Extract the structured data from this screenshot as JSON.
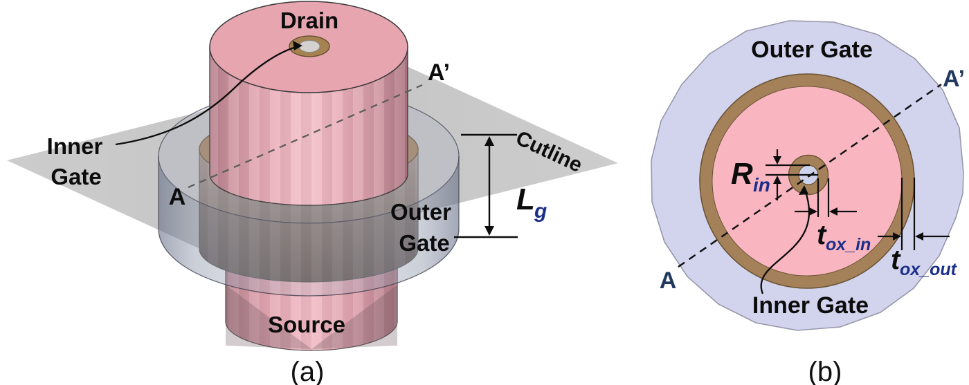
{
  "figure": {
    "description": "Schematic of a vertical dual-gate (inner/outer gate) cylindrical transistor",
    "panel_a": {
      "caption": "(a)",
      "labels": {
        "drain": "Drain",
        "source": "Source",
        "inner_gate_line1": "Inner",
        "inner_gate_line2": "Gate",
        "outer_gate_line1": "Outer",
        "outer_gate_line2": "Gate",
        "cutline": "Cutline",
        "section_start": "A",
        "section_end": "A’",
        "gate_length_main": "L",
        "gate_length_sub": "g"
      }
    },
    "panel_b": {
      "caption": "(b)",
      "labels": {
        "outer_gate": "Outer Gate",
        "inner_gate": "Inner Gate",
        "section_start": "A",
        "section_end": "A’",
        "inner_radius_main": "R",
        "inner_radius_sub": "in",
        "tox_in_main": "t",
        "tox_in_sub": "ox_in",
        "tox_out_main": "t",
        "tox_out_sub": "ox_out"
      }
    }
  },
  "colors": {
    "silicon_pink": "#f3bcc5",
    "oxide_brown": "#a5815a",
    "oxide_outline": "#6b5436",
    "gate_lavender": "#d2d4ee",
    "plane_gray": "#c7c7c7",
    "navy_label": "#21395d",
    "subscript_blue": "#1b2f8a",
    "gate_dark_taupe": "#6b5d56"
  }
}
